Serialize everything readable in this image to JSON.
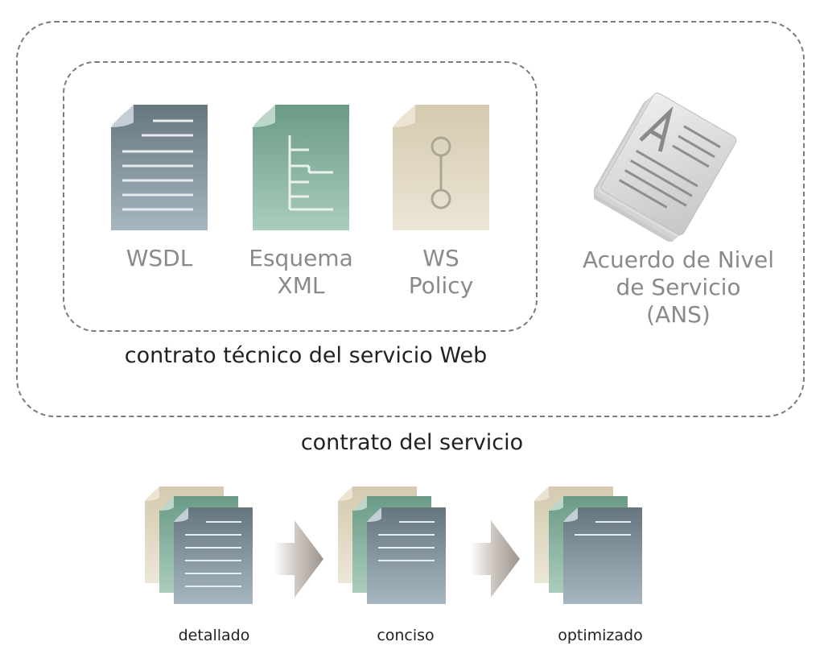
{
  "service_contract": {
    "technical_contract": {
      "items": [
        {
          "label": "WSDL",
          "icon": "wsdl-document-icon"
        },
        {
          "label": "Esquema\nXML",
          "icon": "xml-schema-document-icon"
        },
        {
          "label": "WS\nPolicy",
          "icon": "ws-policy-document-icon"
        }
      ],
      "caption": "contrato técnico del servicio Web"
    },
    "sla": {
      "label": "Acuerdo de Nivel\nde Servicio\n(ANS)",
      "icon": "sla-paper-stack-icon"
    },
    "caption": "contrato del servicio"
  },
  "progression": [
    {
      "label": "detallado",
      "icon": "document-stack-icon"
    },
    {
      "label": "conciso",
      "icon": "document-stack-icon"
    },
    {
      "label": "optimizado",
      "icon": "document-stack-icon"
    }
  ],
  "colors": {
    "wsdl_top": "#6c7d86",
    "wsdl_bottom": "#a3b4be",
    "xml_top": "#6e9e8a",
    "xml_bottom": "#a9cabb",
    "policy_top": "#d8cdb3",
    "policy_bottom": "#eae3d3",
    "arrow": "#9e9691",
    "border": "#7b7b7b"
  }
}
